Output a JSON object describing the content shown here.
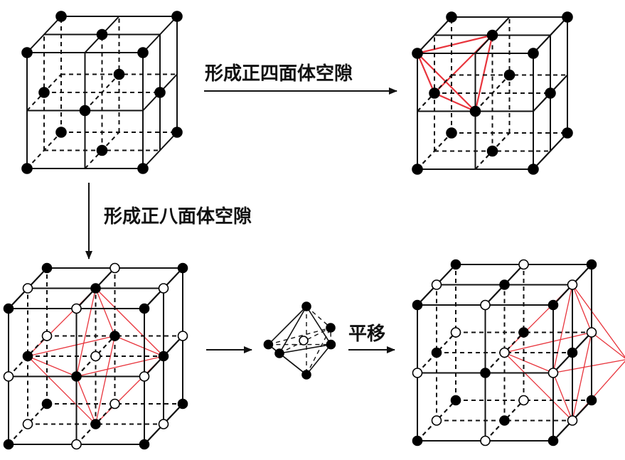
{
  "labels": {
    "tetrahedral": "形成正四面体空隙",
    "octahedral": "形成正八面体空隙",
    "translate": "平移"
  },
  "colors": {
    "edge": "#111111",
    "highlight": "#e8343c",
    "filled_atom": "#000000",
    "hollow_atom": "#ffffff"
  }
}
